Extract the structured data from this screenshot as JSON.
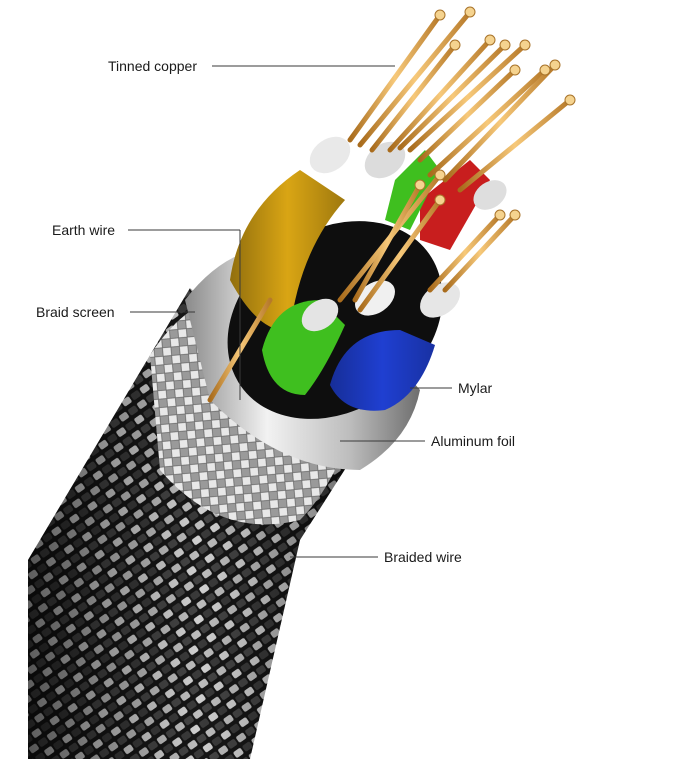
{
  "labels": {
    "tinned_copper": "Tinned copper",
    "earth_wire": "Earth wire",
    "braid_screen": "Braid screen",
    "mylar": "Mylar",
    "aluminum_foil": "Aluminum foil",
    "braided_wire": "Braided wire"
  },
  "colors": {
    "core_yellow": "#d9a514",
    "core_green": "#3fbf1f",
    "core_blue": "#1f3fd1",
    "core_red": "#c81e1e",
    "copper": "#e6a64a",
    "foil": "#d8d8d8",
    "braid_dark": "#1c1c1c"
  }
}
